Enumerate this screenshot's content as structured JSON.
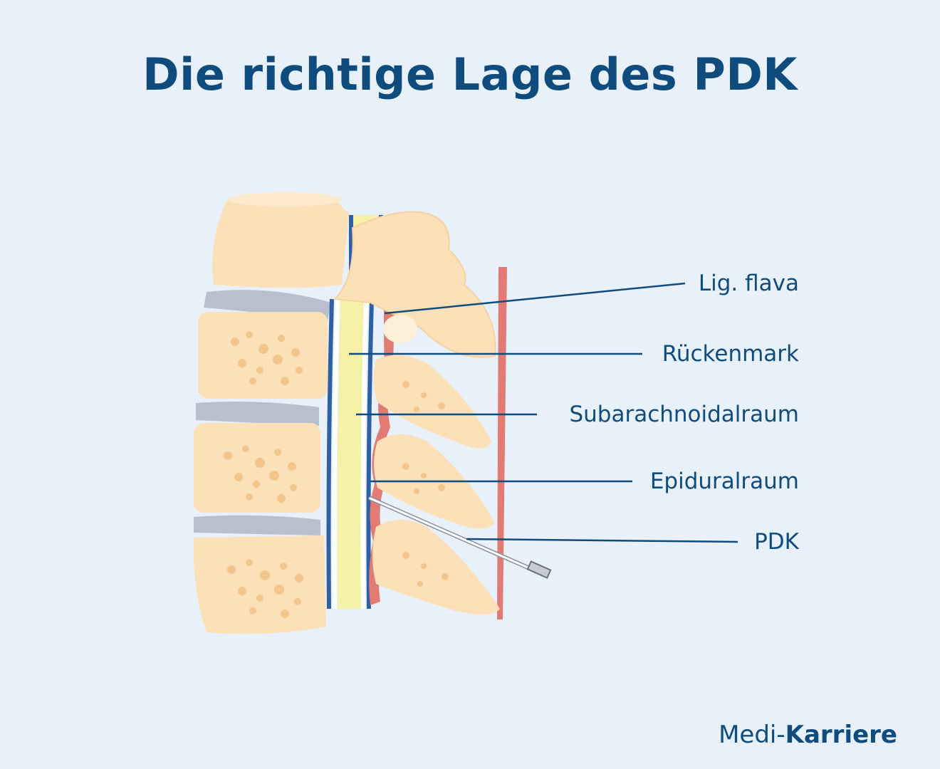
{
  "title": "Die richtige Lage des PDK",
  "labels": {
    "lig_flava": "Lig. flava",
    "rueckenmark": "Rückenmark",
    "subarachnoidalraum": "Subarachnoidalraum",
    "epiduralraum": "Epiduralraum",
    "pdk": "PDK"
  },
  "brand": {
    "part1": "Medi-",
    "part2": "Karriere"
  },
  "colors": {
    "background": "#e8f1f9",
    "bone": "#fbe0b8",
    "bone_spots": "#f2c58d",
    "disc": "#b9bfce",
    "cord": "#f5f2a8",
    "dura_blue": "#2f5fa5",
    "ligament_red": "#e27b74",
    "text": "#0f4c7d"
  }
}
